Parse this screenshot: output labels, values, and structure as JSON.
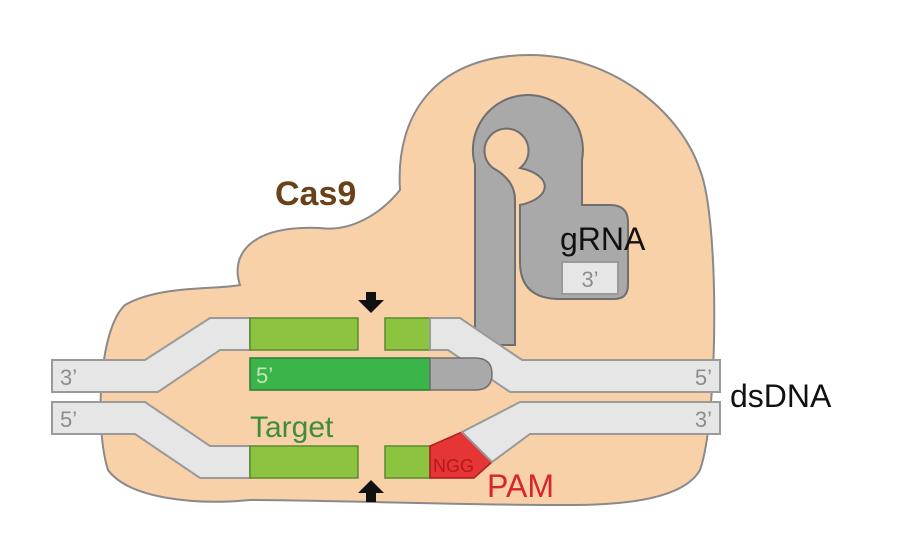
{
  "labels": {
    "protein": "Cas9",
    "guide": "gRNA",
    "guide_end": "3’",
    "dna": "dsDNA",
    "top_left_end": "3’",
    "top_right_end": "5’",
    "bottom_left_end": "5’",
    "bottom_right_end": "3’",
    "spacer_end": "5’",
    "target": "Target",
    "motif": "NGG",
    "pam": "PAM"
  },
  "colors": {
    "protein_fill": "#f8d1a8",
    "protein_stroke": "#8a8a8a",
    "protein_text": "#6a4218",
    "strand_fill": "#e6e6e6",
    "strand_stroke": "#9a9a9a",
    "rna_fill": "#a9a9a9",
    "target_fill": "#8cc43f",
    "spacer_fill": "#3bb44a",
    "pam_fill": "#e53535",
    "pam_text": "#d8242a",
    "target_text": "#3c8e3a",
    "label_text": "#111111",
    "end_text": "#8c8c8c"
  },
  "icons": [
    "cut-site-arrow-icon",
    "cut-site-arrow-icon"
  ]
}
